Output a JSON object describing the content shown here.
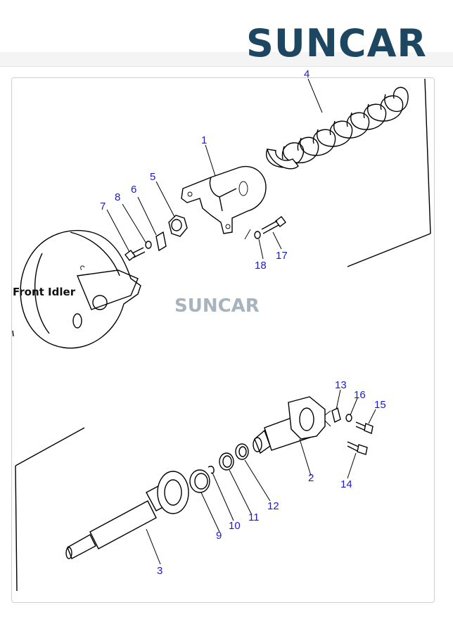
{
  "header": {
    "brand": "SUNCAR",
    "brand_color": "#1d4660",
    "accent_color": "#2e8fb3"
  },
  "watermark": {
    "text": "SUNCAR"
  },
  "diagram": {
    "front_label": "Front Idler",
    "callouts": [
      {
        "id": "c1",
        "label": "1"
      },
      {
        "id": "c2",
        "label": "2"
      },
      {
        "id": "c3",
        "label": "3"
      },
      {
        "id": "c4",
        "label": "4"
      },
      {
        "id": "c5",
        "label": "5"
      },
      {
        "id": "c6",
        "label": "6"
      },
      {
        "id": "c7",
        "label": "7"
      },
      {
        "id": "c8",
        "label": "8"
      },
      {
        "id": "c9",
        "label": "9"
      },
      {
        "id": "c10",
        "label": "10"
      },
      {
        "id": "c11",
        "label": "11"
      },
      {
        "id": "c12",
        "label": "12"
      },
      {
        "id": "c13",
        "label": "13"
      },
      {
        "id": "c14",
        "label": "14"
      },
      {
        "id": "c15",
        "label": "15"
      },
      {
        "id": "c16",
        "label": "16"
      },
      {
        "id": "c17",
        "label": "17"
      },
      {
        "id": "c18",
        "label": "18"
      }
    ],
    "callout_color": "#1a1ad0"
  }
}
